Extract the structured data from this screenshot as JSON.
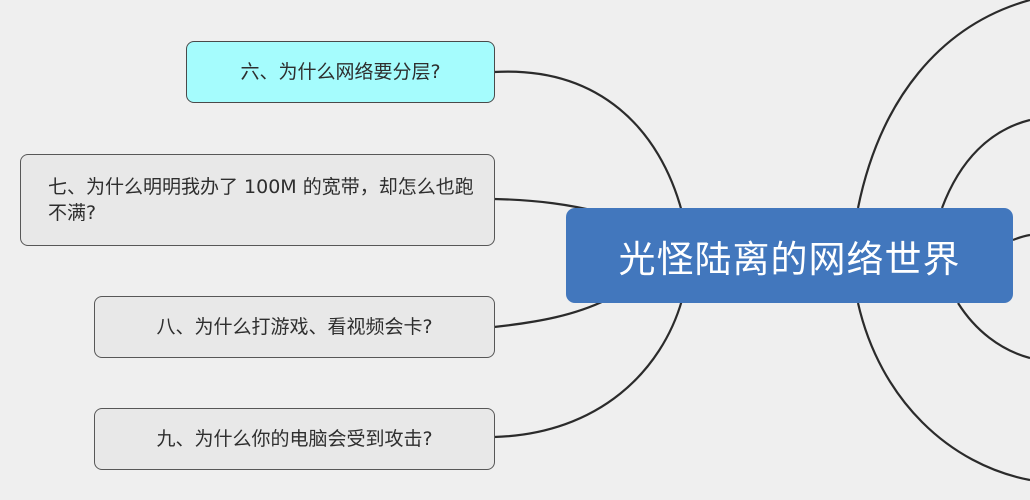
{
  "central_topic": "光怪陆离的网络世界",
  "branches": [
    {
      "label": "六、为什么网络要分层?",
      "selected": true
    },
    {
      "label": "七、为什么明明我办了 100M 的宽带，却怎么也跑不满?",
      "selected": false
    },
    {
      "label": "八、为什么打游戏、看视频会卡?",
      "selected": false
    },
    {
      "label": "九、为什么你的电脑会受到攻击?",
      "selected": false
    }
  ],
  "colors": {
    "background": "#efefef",
    "central_fill": "#4277bd",
    "selected_fill": "#a5fcfd",
    "topic_fill": "#e8e8e8",
    "connector": "#2b2b2b"
  }
}
